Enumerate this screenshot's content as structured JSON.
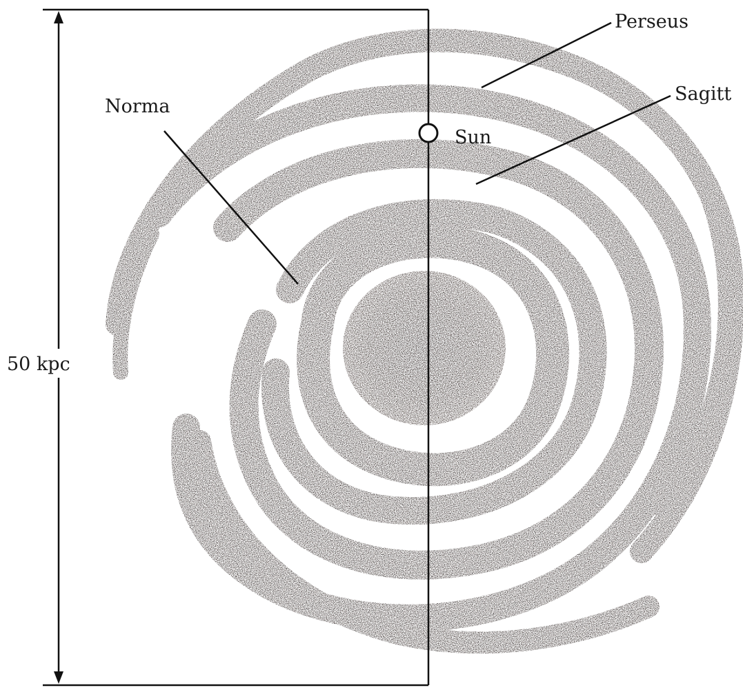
{
  "diagram": {
    "scale_label": "50 kpc",
    "labels": {
      "norma": "Norma",
      "sun": "Sun",
      "perseus": "Perseus",
      "sagitt": "Sagitt"
    },
    "colors": {
      "ink": "#1a1210",
      "background": "#ffffff"
    }
  }
}
